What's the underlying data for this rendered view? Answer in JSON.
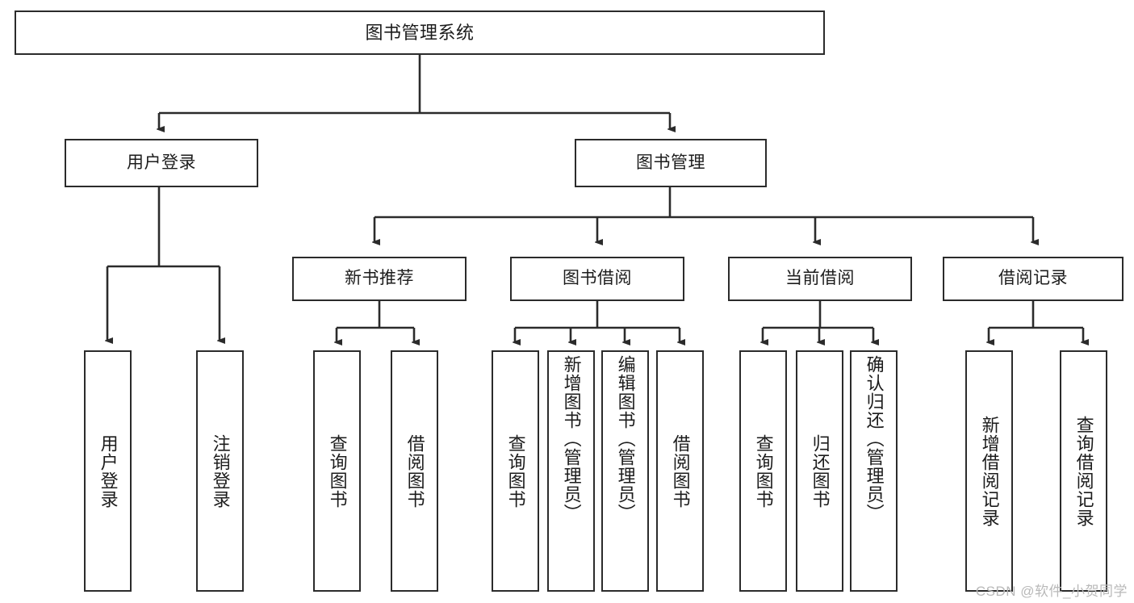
{
  "diagram": {
    "type": "tree-hierarchy",
    "title": "图书管理系统",
    "watermark": "CSDN @软件_小贺同学",
    "colors": {
      "stroke": "#2b2b2b",
      "fill": "#ffffff",
      "text": "#1c1c1c",
      "watermark": "#b9b9b9"
    },
    "nodes": {
      "root": {
        "label": "图书管理系统"
      },
      "tier2": [
        {
          "label": "用户登录"
        },
        {
          "label": "图书管理"
        }
      ],
      "tier3": [
        {
          "label": "新书推荐"
        },
        {
          "label": "图书借阅"
        },
        {
          "label": "当前借阅"
        },
        {
          "label": "借阅记录"
        }
      ],
      "leaves": {
        "user_login": [
          {
            "label": "用户登录"
          },
          {
            "label": "注销登录"
          }
        ],
        "new_book_recommend": [
          {
            "label": "查询图书"
          },
          {
            "label": "借阅图书"
          }
        ],
        "book_borrow": [
          {
            "label": "查询图书"
          },
          {
            "label": "新增图书（管理员）"
          },
          {
            "label": "编辑图书（管理员）"
          },
          {
            "label": "借阅图书"
          }
        ],
        "current_borrow": [
          {
            "label": "查询图书"
          },
          {
            "label": "归还图书"
          },
          {
            "label": "确认归还（管理员）"
          }
        ],
        "borrow_record": [
          {
            "label": "新增借阅记录"
          },
          {
            "label": "查询借阅记录"
          }
        ]
      }
    }
  }
}
